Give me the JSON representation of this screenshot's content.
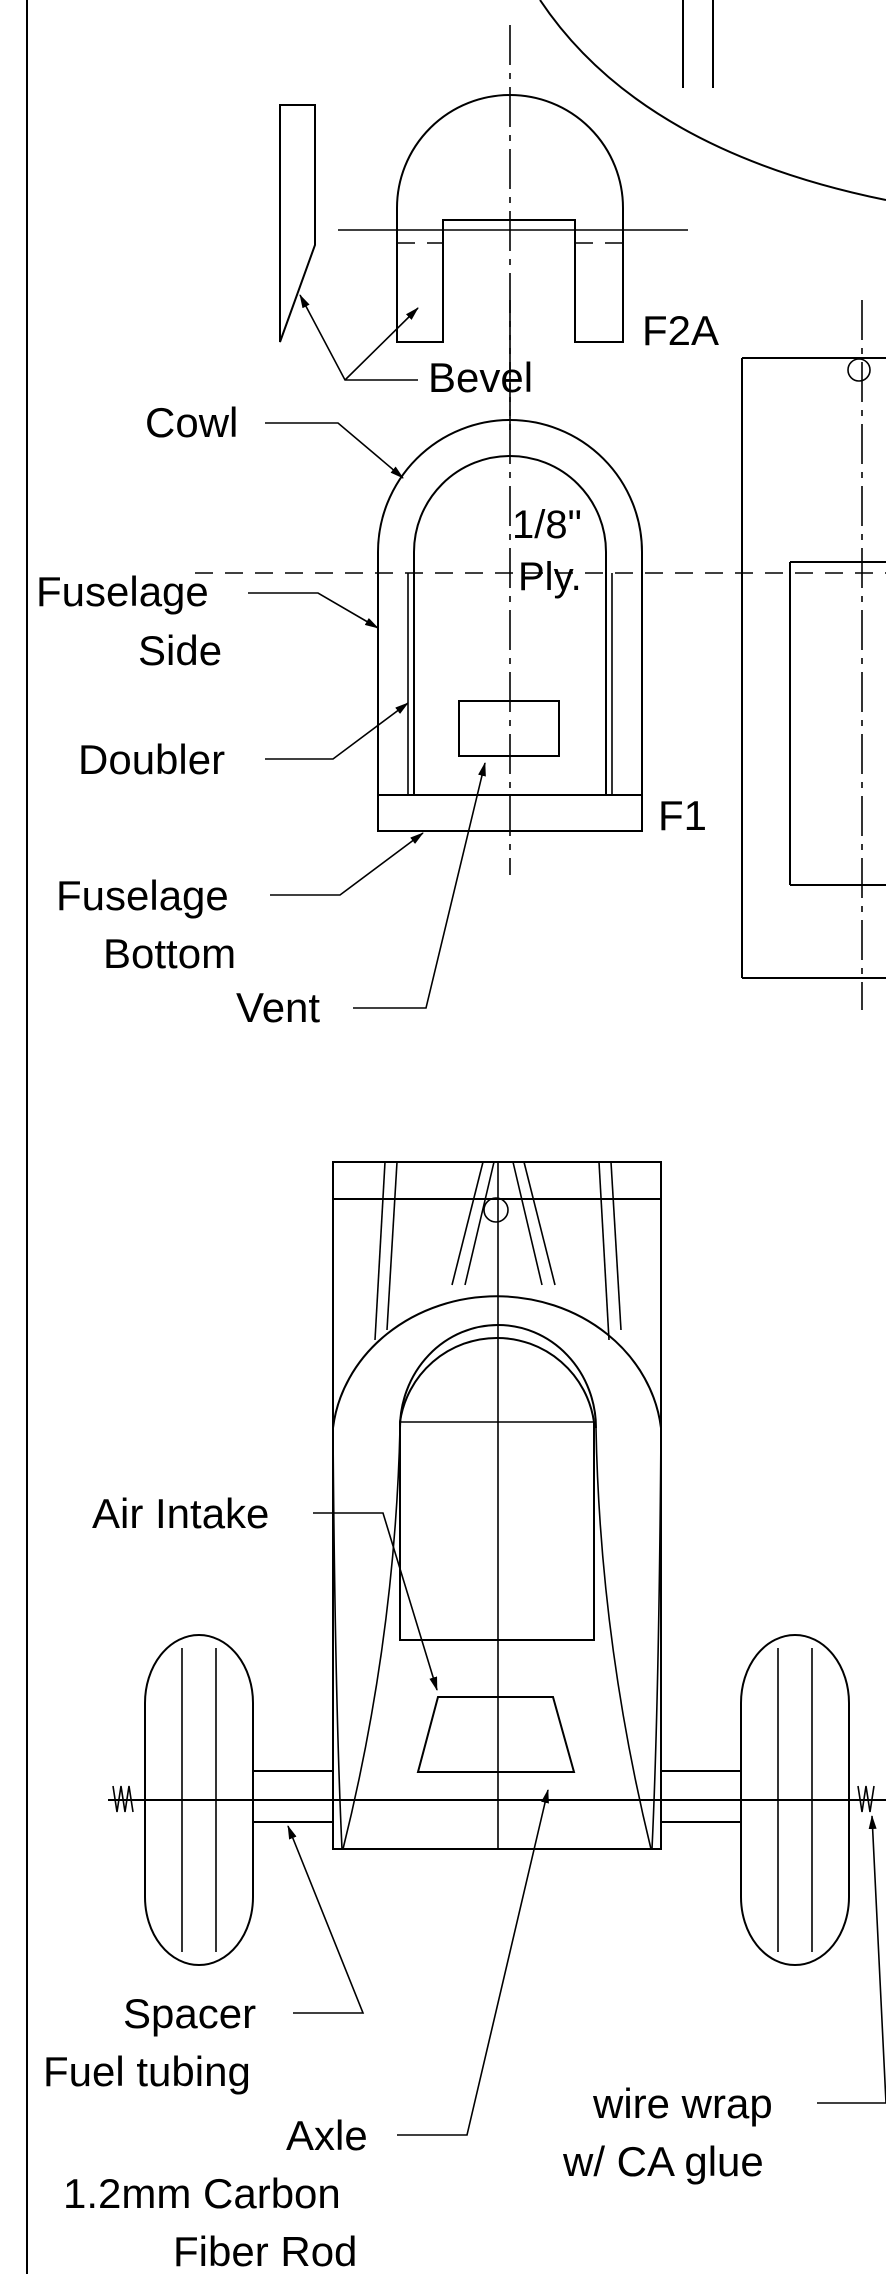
{
  "labels": {
    "bevel": "Bevel",
    "f2a": "F2A",
    "cowl": "Cowl",
    "ply_line1": "1/8\"",
    "ply_line2": "Ply.",
    "fuselage_side_line1": "Fuselage",
    "fuselage_side_line2": "Side",
    "doubler": "Doubler",
    "f1": "F1",
    "fuselage_bottom_line1": "Fuselage",
    "fuselage_bottom_line2": "Bottom",
    "vent": "Vent",
    "air_intake": "Air Intake",
    "spacer_line1": "Spacer",
    "spacer_line2": "Fuel tubing",
    "axle_line1": "Axle",
    "axle_line2": "1.2mm Carbon",
    "axle_line3": "Fiber Rod",
    "wire_wrap_line1": "wire wrap",
    "wire_wrap_line2": "w/ CA glue"
  },
  "colors": {
    "ink": "#000000",
    "paper": "#ffffff"
  }
}
